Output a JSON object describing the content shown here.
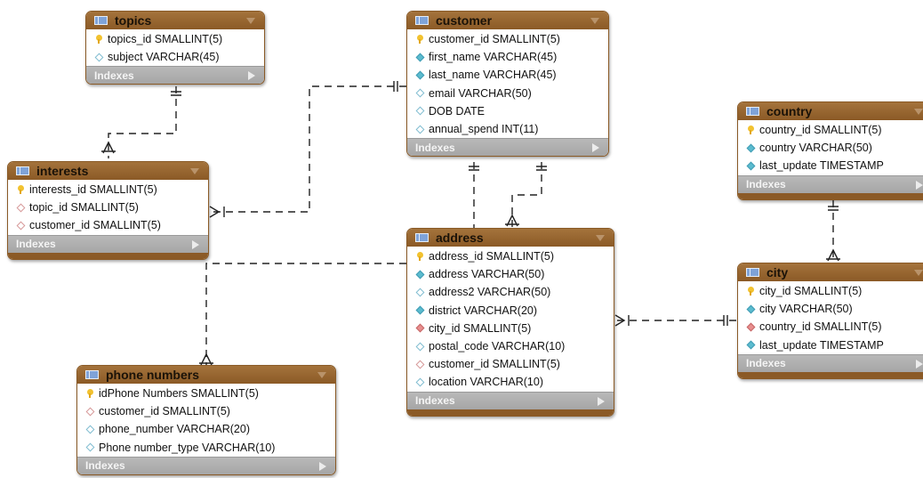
{
  "indexes_label": "Indexes",
  "tables": {
    "topics": {
      "name": "topics",
      "columns": [
        {
          "text": "topics_id SMALLINT(5)",
          "icon": "primary-key-icon"
        },
        {
          "text": "subject VARCHAR(45)",
          "icon": "column-icon"
        }
      ]
    },
    "customer": {
      "name": "customer",
      "columns": [
        {
          "text": "customer_id SMALLINT(5)",
          "icon": "primary-key-icon"
        },
        {
          "text": "first_name VARCHAR(45)",
          "icon": "not-null-column-icon"
        },
        {
          "text": "last_name VARCHAR(45)",
          "icon": "not-null-column-icon"
        },
        {
          "text": "email VARCHAR(50)",
          "icon": "column-icon"
        },
        {
          "text": "DOB DATE",
          "icon": "column-icon"
        },
        {
          "text": "annual_spend INT(11)",
          "icon": "column-icon"
        }
      ]
    },
    "country": {
      "name": "country",
      "columns": [
        {
          "text": "country_id SMALLINT(5)",
          "icon": "primary-key-icon"
        },
        {
          "text": "country VARCHAR(50)",
          "icon": "not-null-column-icon"
        },
        {
          "text": "last_update TIMESTAMP",
          "icon": "not-null-column-icon"
        }
      ]
    },
    "interests": {
      "name": "interests",
      "columns": [
        {
          "text": "interests_id SMALLINT(5)",
          "icon": "primary-key-icon"
        },
        {
          "text": "topic_id SMALLINT(5)",
          "icon": "foreign-key-icon"
        },
        {
          "text": "customer_id SMALLINT(5)",
          "icon": "foreign-key-icon"
        }
      ]
    },
    "address": {
      "name": "address",
      "columns": [
        {
          "text": "address_id SMALLINT(5)",
          "icon": "primary-key-icon"
        },
        {
          "text": "address VARCHAR(50)",
          "icon": "not-null-column-icon"
        },
        {
          "text": "address2 VARCHAR(50)",
          "icon": "column-icon"
        },
        {
          "text": "district VARCHAR(20)",
          "icon": "not-null-column-icon"
        },
        {
          "text": "city_id SMALLINT(5)",
          "icon": "not-null-foreign-key-icon"
        },
        {
          "text": "postal_code VARCHAR(10)",
          "icon": "column-icon"
        },
        {
          "text": "customer_id SMALLINT(5)",
          "icon": "foreign-key-icon"
        },
        {
          "text": "location VARCHAR(10)",
          "icon": "column-icon"
        }
      ]
    },
    "city": {
      "name": "city",
      "columns": [
        {
          "text": "city_id SMALLINT(5)",
          "icon": "primary-key-icon"
        },
        {
          "text": "city VARCHAR(50)",
          "icon": "not-null-column-icon"
        },
        {
          "text": "country_id SMALLINT(5)",
          "icon": "not-null-foreign-key-icon"
        },
        {
          "text": "last_update TIMESTAMP",
          "icon": "not-null-column-icon"
        }
      ]
    },
    "phone_numbers": {
      "name": "phone numbers",
      "columns": [
        {
          "text": "idPhone Numbers SMALLINT(5)",
          "icon": "primary-key-icon"
        },
        {
          "text": "customer_id SMALLINT(5)",
          "icon": "foreign-key-icon"
        },
        {
          "text": "phone_number VARCHAR(20)",
          "icon": "column-icon"
        },
        {
          "text": "Phone number_type VARCHAR(10)",
          "icon": "column-icon"
        }
      ]
    }
  }
}
